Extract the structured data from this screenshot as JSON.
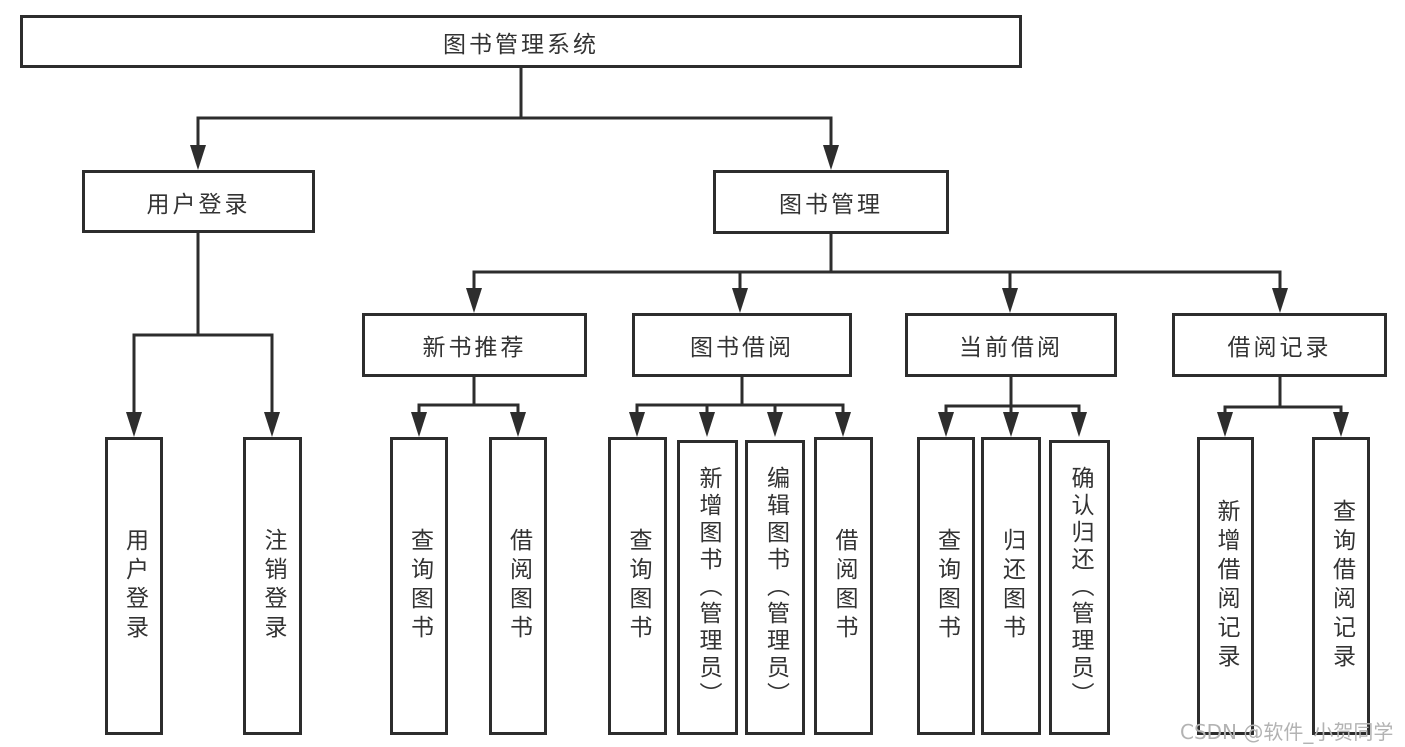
{
  "diagram": {
    "type": "hierarchy-tree",
    "root": {
      "label": "图书管理系统"
    },
    "level2": [
      {
        "id": "user-login",
        "label": "用户登录",
        "parent": "图书管理系统"
      },
      {
        "id": "book-management",
        "label": "图书管理",
        "parent": "图书管理系统"
      }
    ],
    "level3": [
      {
        "id": "new-book-recommend",
        "label": "新书推荐",
        "parent": "图书管理"
      },
      {
        "id": "book-borrowing",
        "label": "图书借阅",
        "parent": "图书管理"
      },
      {
        "id": "current-borrowing",
        "label": "当前借阅",
        "parent": "图书管理"
      },
      {
        "id": "borrowing-records",
        "label": "借阅记录",
        "parent": "图书管理"
      }
    ],
    "leaves": [
      {
        "id": "leaf-user-login",
        "label": "用户登录",
        "parent": "用户登录"
      },
      {
        "id": "leaf-logout",
        "label": "注销登录",
        "parent": "用户登录"
      },
      {
        "id": "leaf-query-book-1",
        "label": "查询图书",
        "parent": "新书推荐"
      },
      {
        "id": "leaf-borrow-book-1",
        "label": "借阅图书",
        "parent": "新书推荐"
      },
      {
        "id": "leaf-query-book-2",
        "label": "查询图书",
        "parent": "图书借阅"
      },
      {
        "id": "leaf-add-book-admin",
        "label": "新增图书（管理员）",
        "parent": "图书借阅"
      },
      {
        "id": "leaf-edit-book-admin",
        "label": "编辑图书（管理员）",
        "parent": "图书借阅"
      },
      {
        "id": "leaf-borrow-book-2",
        "label": "借阅图书",
        "parent": "图书借阅"
      },
      {
        "id": "leaf-query-book-3",
        "label": "查询图书",
        "parent": "当前借阅"
      },
      {
        "id": "leaf-return-book",
        "label": "归还图书",
        "parent": "当前借阅"
      },
      {
        "id": "leaf-confirm-return",
        "label": "确认归还（管理员）",
        "parent": "当前借阅"
      },
      {
        "id": "leaf-add-borrow-rec",
        "label": "新增借阅记录",
        "parent": "借阅记录"
      },
      {
        "id": "leaf-query-borrow-rec",
        "label": "查询借阅记录",
        "parent": "借阅记录"
      }
    ],
    "watermark": "CSDN @软件_小贺同学",
    "colors": {
      "line": "#2d2d2d",
      "text": "#333333",
      "background": "#ffffff",
      "watermark": "#b3b3b3"
    }
  }
}
